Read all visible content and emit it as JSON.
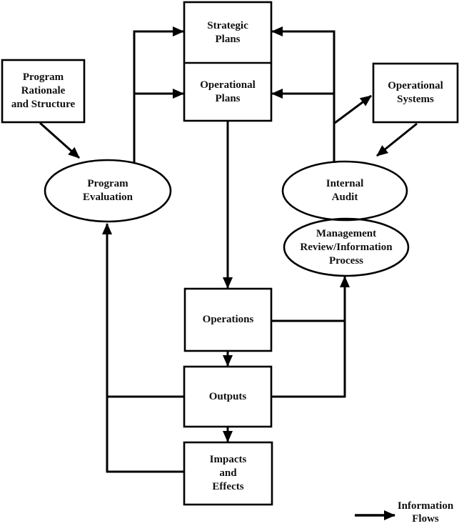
{
  "diagram": {
    "type": "flow-diagram",
    "nodes": {
      "program_rationale": {
        "shape": "rect",
        "lines": [
          "Program",
          "Rationale",
          "and Structure"
        ]
      },
      "strategic_plans": {
        "shape": "rect",
        "lines": [
          "Strategic",
          "Plans"
        ]
      },
      "operational_plans": {
        "shape": "rect",
        "lines": [
          "Operational",
          "Plans"
        ]
      },
      "operational_systems": {
        "shape": "rect",
        "lines": [
          "Operational",
          "Systems"
        ]
      },
      "program_evaluation": {
        "shape": "ellipse",
        "lines": [
          "Program",
          "Evaluation"
        ]
      },
      "internal_audit": {
        "shape": "ellipse",
        "lines": [
          "Internal",
          "Audit"
        ]
      },
      "management_review": {
        "shape": "ellipse",
        "lines": [
          "Management",
          "Review/Information",
          "Process"
        ]
      },
      "operations": {
        "shape": "rect",
        "lines": [
          "Operations"
        ]
      },
      "outputs": {
        "shape": "rect",
        "lines": [
          "Outputs"
        ]
      },
      "impacts_effects": {
        "shape": "rect",
        "lines": [
          "Impacts",
          "and",
          "Effects"
        ]
      }
    },
    "edges": [
      {
        "from": "program_rationale",
        "to": "program_evaluation"
      },
      {
        "from": "program_evaluation",
        "to": "strategic_plans"
      },
      {
        "from": "program_evaluation",
        "to": "operational_plans"
      },
      {
        "from": "internal_audit",
        "to": "strategic_plans"
      },
      {
        "from": "internal_audit",
        "to": "operational_plans"
      },
      {
        "from": "internal_audit",
        "to": "operational_systems"
      },
      {
        "from": "operational_systems",
        "to": "internal_audit"
      },
      {
        "from": "operational_plans",
        "to": "operations"
      },
      {
        "from": "operations",
        "to": "outputs"
      },
      {
        "from": "outputs",
        "to": "impacts_effects"
      },
      {
        "from": "operations",
        "to": "management_review"
      },
      {
        "from": "outputs",
        "to": "management_review"
      },
      {
        "from": "outputs",
        "to": "program_evaluation"
      },
      {
        "from": "impacts_effects",
        "to": "program_evaluation"
      }
    ],
    "legend": {
      "lines": [
        "Information",
        "Flows"
      ]
    },
    "colors": {
      "line": "#000000",
      "fill": "#ffffff"
    }
  }
}
